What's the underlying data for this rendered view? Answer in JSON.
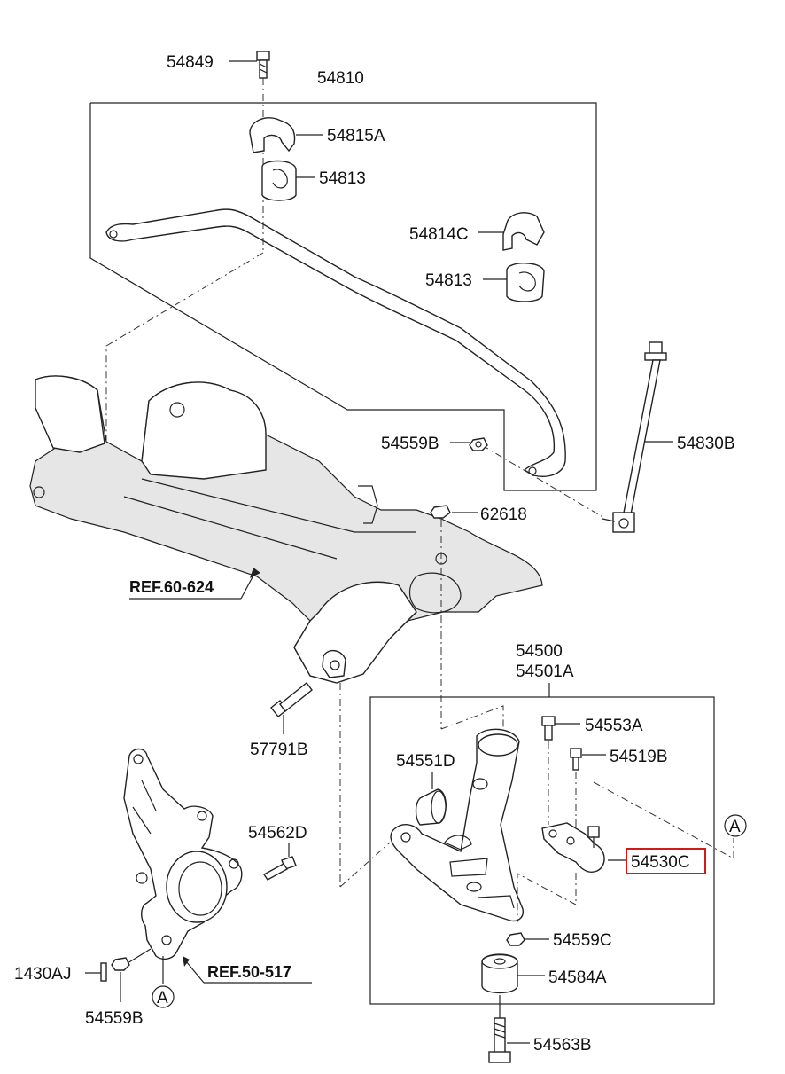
{
  "labels": {
    "p54849": "54849",
    "p54810": "54810",
    "p54815A": "54815A",
    "p54813a": "54813",
    "p54814C": "54814C",
    "p54813b": "54813",
    "p54830B": "54830B",
    "p54559B_top": "54559B",
    "p62618": "62618",
    "ref60": "REF.60-624",
    "p57791B": "57791B",
    "p54500": "54500",
    "p54501A": "54501A",
    "p54553A": "54553A",
    "p54519B": "54519B",
    "p54551D": "54551D",
    "p54530C": "54530C",
    "p54559C": "54559C",
    "p54584A": "54584A",
    "p54563B": "54563B",
    "p54562D": "54562D",
    "p1430AJ": "1430AJ",
    "ref50": "REF.50-517",
    "p54559B_bot": "54559B",
    "circleA1": "A",
    "circleA2": "A"
  },
  "colors": {
    "highlight": "#d11a1a",
    "line": "#222222"
  }
}
